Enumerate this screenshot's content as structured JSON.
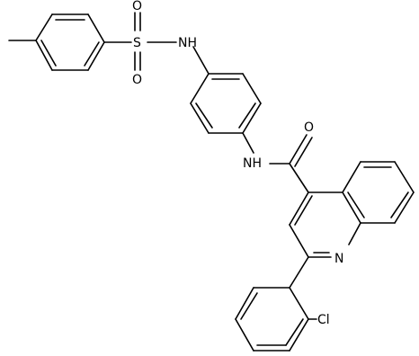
{
  "diagram": {
    "type": "chemical-structure",
    "atom_labels": {
      "sulfonyl_sulfur": "S",
      "sulfonyl_oxygen_top": "O",
      "sulfonyl_oxygen_bottom": "O",
      "sulfonamide_nh": "NH",
      "amide_nh": "NH",
      "amide_oxygen": "O",
      "quinoline_nitrogen": "N",
      "chloro": "Cl"
    },
    "colors": {
      "bond": "#000000",
      "text": "#000000",
      "background": "#ffffff"
    }
  }
}
